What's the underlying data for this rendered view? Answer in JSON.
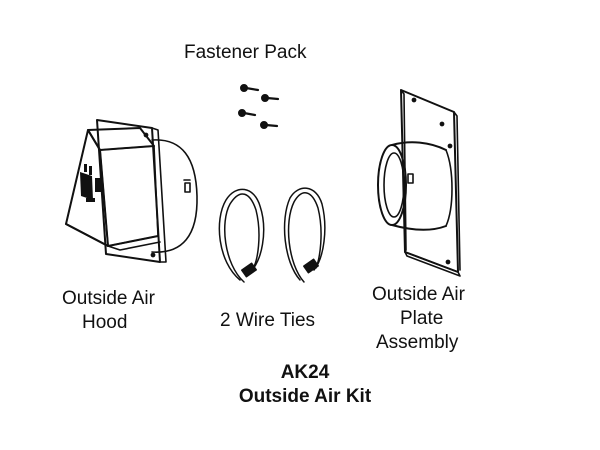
{
  "labels": {
    "fastener_pack": "Fastener Pack",
    "hood_line1": "Outside Air",
    "hood_line2": "Hood",
    "wire_ties": "2 Wire Ties",
    "plate_line1": "Outside Air",
    "plate_line2": "Plate",
    "plate_line3": "Assembly",
    "model": "AK24",
    "kit_name": "Outside Air Kit"
  },
  "colors": {
    "line": "#111111",
    "background": "#ffffff"
  }
}
